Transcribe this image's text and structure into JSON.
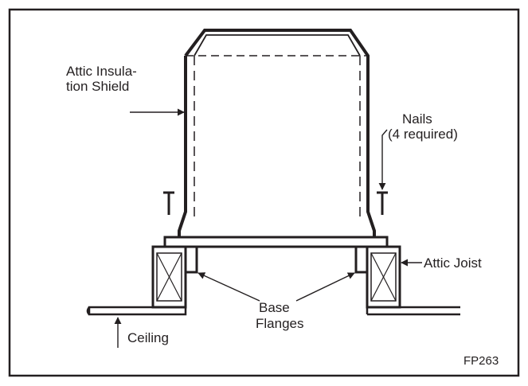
{
  "labels": {
    "shield_line1": "Attic Insula-",
    "shield_line2": "tion Shield",
    "nails_line1": "Nails",
    "nails_line2": "(4 required)",
    "joist": "Attic Joist",
    "flanges_line1": "Base",
    "flanges_line2": "Flanges",
    "ceiling": "Ceiling",
    "figure_id": "FP263"
  },
  "colors": {
    "ink": "#231f20",
    "background": "#ffffff"
  }
}
